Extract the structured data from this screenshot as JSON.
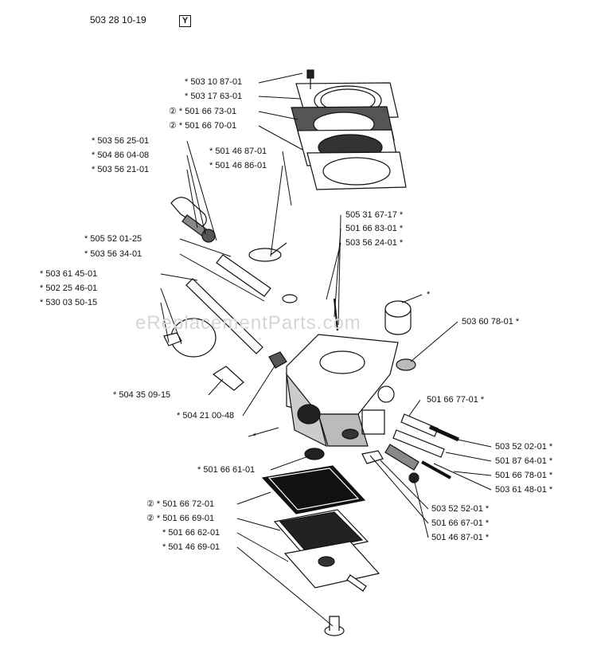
{
  "header": {
    "part_number": "503 28 10-19",
    "badge": "Y"
  },
  "watermark": "eReplacementParts.com",
  "markers": {
    "star": "*",
    "circled_2": "②"
  },
  "parts": [
    {
      "no": "503 10 87-01",
      "star": true
    },
    {
      "no": "503 17 63-01",
      "star": true
    },
    {
      "no": "501 66 73-01",
      "star": true,
      "circled": true
    },
    {
      "no": "501 66 70-01",
      "star": true,
      "circled": true
    },
    {
      "no": "503 56 25-01",
      "star": true
    },
    {
      "no": "504 86 04-08",
      "star": true
    },
    {
      "no": "503 56 21-01",
      "star": true
    },
    {
      "no": "501 46 87-01",
      "star": true
    },
    {
      "no": "501 46 86-01",
      "star": true
    },
    {
      "no": "505 31 67-17",
      "star": true
    },
    {
      "no": "501 66 83-01",
      "star": true
    },
    {
      "no": "503 56 24-01",
      "star": true
    },
    {
      "no": "505 52 01-25",
      "star": true
    },
    {
      "no": "503 56 34-01",
      "star": true
    },
    {
      "no": "503 61 45-01",
      "star": true
    },
    {
      "no": "502 25 46-01",
      "star": true
    },
    {
      "no": "530 03 50-15",
      "star": true
    },
    {
      "no": "503 60 78-01",
      "star": true
    },
    {
      "no": "504 35 09-15",
      "star": true
    },
    {
      "no": "504 21 00-48",
      "star": true
    },
    {
      "no": "501 66 77-01",
      "star": true
    },
    {
      "no": "503 52 02-01",
      "star": true
    },
    {
      "no": "501 87 64-01",
      "star": true
    },
    {
      "no": "501 66 78-01",
      "star": true
    },
    {
      "no": "503 61 48-01",
      "star": true
    },
    {
      "no": "501 66 61-01",
      "star": true
    },
    {
      "no": "503 52 52-01",
      "star": true
    },
    {
      "no": "501 66 67-01",
      "star": true
    },
    {
      "no": "501 46 87-01",
      "star": true
    },
    {
      "no": "501 66 72-01",
      "star": true,
      "circled": true
    },
    {
      "no": "501 66 69-01",
      "star": true,
      "circled": true
    },
    {
      "no": "501 66 62-01",
      "star": true
    },
    {
      "no": "501 46 69-01",
      "star": true
    }
  ]
}
